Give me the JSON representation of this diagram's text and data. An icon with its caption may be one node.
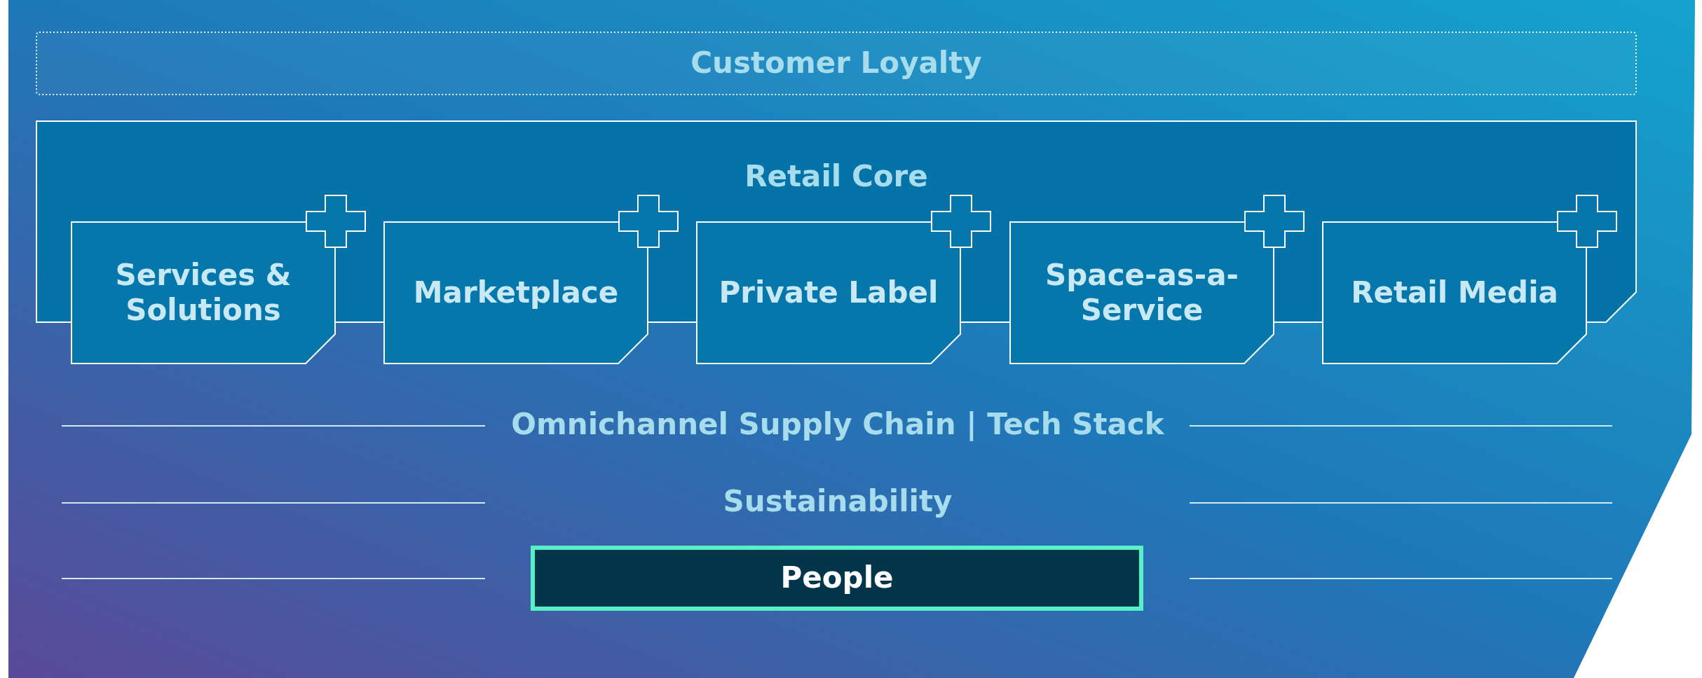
{
  "diagram": {
    "nodes": [
      {
        "text": [
          "Customer Loyalty"
        ]
      },
      {
        "text": [
          "Retail Core"
        ]
      },
      {
        "text": [
          "Services & Solutions"
        ]
      },
      {
        "text": [
          "Marketplace"
        ]
      },
      {
        "text": [
          "Private Label"
        ]
      },
      {
        "text": [
          "Space-as-a-Service"
        ]
      },
      {
        "text": [
          "Retail Media"
        ]
      },
      {
        "text": [
          "People"
        ]
      }
    ],
    "labels": [
      "Omnichannel Supply Chain | Tech Stack",
      "Sustainability"
    ]
  }
}
